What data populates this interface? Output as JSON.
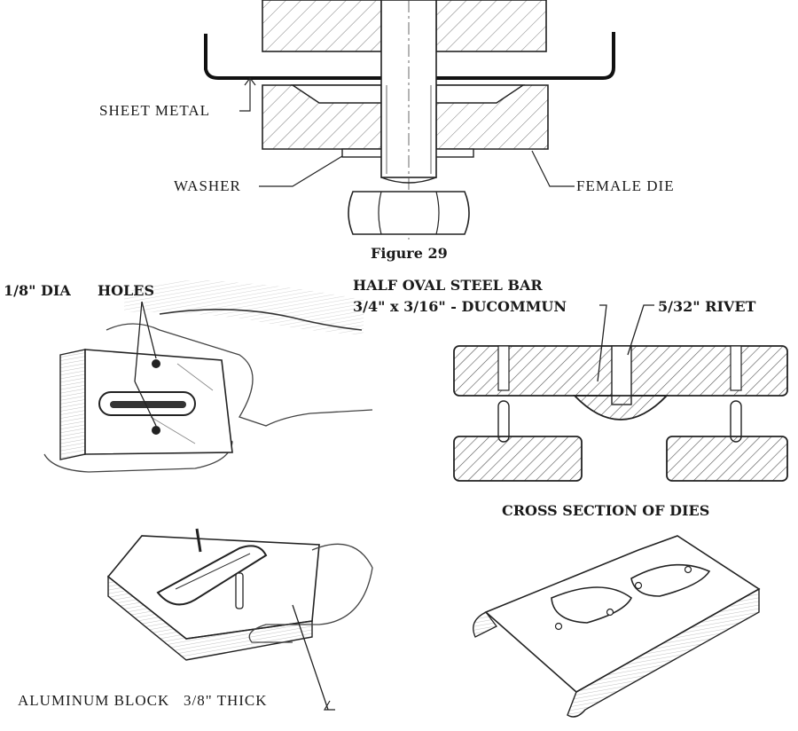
{
  "figure_top": {
    "labels": {
      "sheet_metal": "SHEET METAL",
      "washer": "WASHER",
      "female_die": "FEMALE DIE"
    },
    "caption": "Figure 29"
  },
  "hand_die": {
    "labels": {
      "dia": "1/8\" DIA",
      "holes": "HOLES"
    }
  },
  "cross_section": {
    "labels": {
      "bar_line1": "HALF OVAL STEEL BAR",
      "bar_line2": "3/4\" x 3/16\" - DUCOMMUN",
      "rivet": "5/32\" RIVET"
    },
    "caption": "CROSS SECTION OF DIES"
  },
  "aluminum_block": {
    "label": "ALUMINUM BLOCK   3/8\" THICK"
  }
}
